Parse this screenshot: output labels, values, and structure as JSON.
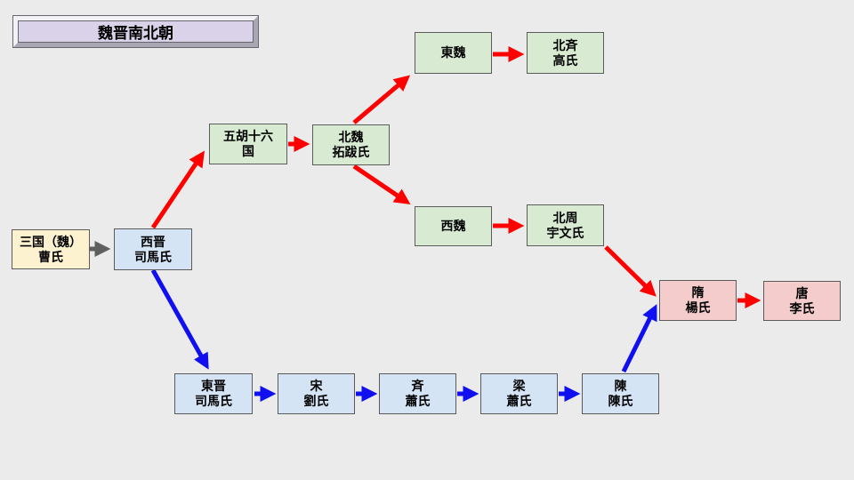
{
  "title": {
    "text": "魏晋南北朝"
  },
  "nodes": {
    "three_kingdoms": {
      "label": "三国（魏）\n曹氏"
    },
    "western_jin": {
      "label": "西晋\n司馬氏"
    },
    "sixteen_kingdoms": {
      "label": "五胡十六\n国"
    },
    "northern_wei": {
      "label": "北魏\n拓跋氏"
    },
    "eastern_wei": {
      "label": "東魏"
    },
    "northern_qi": {
      "label": "北斉\n高氏"
    },
    "western_wei": {
      "label": "西魏"
    },
    "northern_zhou": {
      "label": "北周\n宇文氏"
    },
    "sui": {
      "label": "隋\n楊氏"
    },
    "tang": {
      "label": "唐\n李氏"
    },
    "eastern_jin": {
      "label": "東晋\n司馬氏"
    },
    "liu_song": {
      "label": "宋\n劉氏"
    },
    "southern_qi": {
      "label": "斉\n蕭氏"
    },
    "liang": {
      "label": "梁\n蕭氏"
    },
    "chen": {
      "label": "陳\n陳氏"
    }
  },
  "arrows": [
    {
      "from": "three_kingdoms",
      "to": "western_jin",
      "color": "gray"
    },
    {
      "from": "western_jin",
      "to": "sixteen_kingdoms",
      "color": "red"
    },
    {
      "from": "sixteen_kingdoms",
      "to": "northern_wei",
      "color": "red"
    },
    {
      "from": "northern_wei",
      "to": "eastern_wei",
      "color": "red"
    },
    {
      "from": "eastern_wei",
      "to": "northern_qi",
      "color": "red"
    },
    {
      "from": "northern_wei",
      "to": "western_wei",
      "color": "red"
    },
    {
      "from": "western_wei",
      "to": "northern_zhou",
      "color": "red"
    },
    {
      "from": "northern_zhou",
      "to": "sui",
      "color": "red"
    },
    {
      "from": "sui",
      "to": "tang",
      "color": "red"
    },
    {
      "from": "western_jin",
      "to": "eastern_jin",
      "color": "blue"
    },
    {
      "from": "eastern_jin",
      "to": "liu_song",
      "color": "blue"
    },
    {
      "from": "liu_song",
      "to": "southern_qi",
      "color": "blue"
    },
    {
      "from": "southern_qi",
      "to": "liang",
      "color": "blue"
    },
    {
      "from": "liang",
      "to": "chen",
      "color": "blue"
    },
    {
      "from": "chen",
      "to": "sui",
      "color": "blue"
    }
  ],
  "colors": {
    "background": "#ebebeb",
    "box_border": "#5b5b5b",
    "yellow_box": "#fdf2cf",
    "blue_box": "#d4e4f5",
    "green_box": "#d9ead3",
    "pink_box": "#f4cccc",
    "title_box": "#d9d2e9",
    "arrow_red": "#ff0000",
    "arrow_blue": "#0f0fef",
    "arrow_gray": "#5f5f5f"
  }
}
